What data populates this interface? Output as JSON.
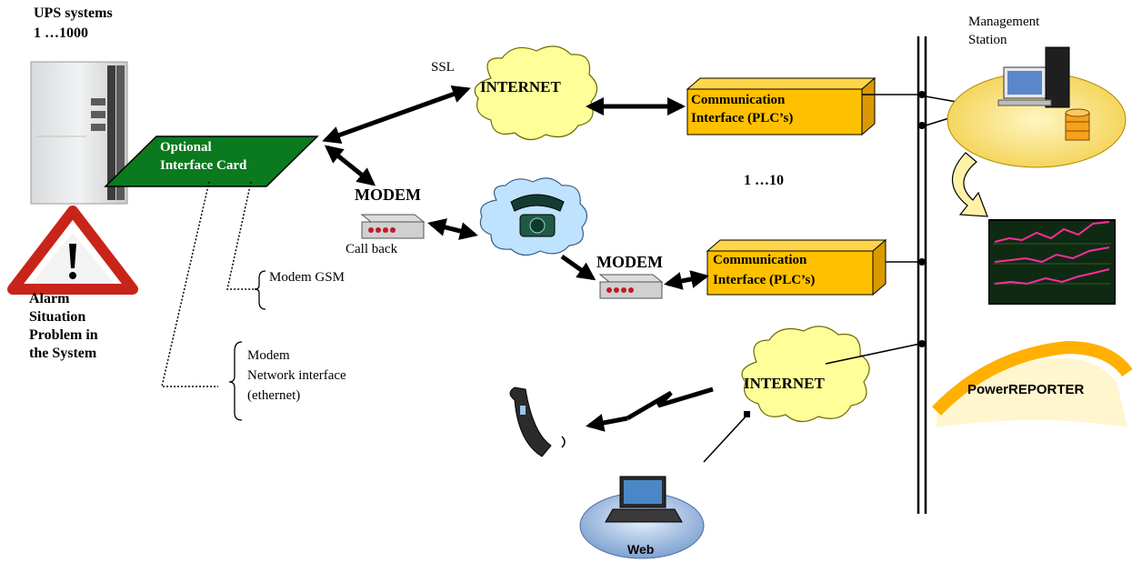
{
  "ups": {
    "title_line1": "UPS systems",
    "title_line2": "1 …1000"
  },
  "alarm": {
    "line1": "Alarm",
    "line2": "Situation",
    "line3": "Problem in",
    "line4": "the System"
  },
  "interface_card": {
    "line1": "Optional",
    "line2": "Interface Card"
  },
  "ssl_label": "SSL",
  "internet_top": "INTERNET",
  "internet_bottom": "INTERNET",
  "modem_left": {
    "label": "MODEM",
    "caption": "Call back"
  },
  "modem_right": {
    "label": "MODEM"
  },
  "plc_top": {
    "line1": "Communication",
    "line2": "Interface (PLC’s)"
  },
  "plc_bottom": {
    "line1": "Communication",
    "line2": "Interface (PLC’s)"
  },
  "plc_count": "1 …10",
  "management": {
    "line1": "Management",
    "line2": "Station"
  },
  "options": {
    "gsm": "Modem GSM",
    "network_line1": "Modem",
    "network_line2": "Network interface",
    "network_line3": "(ethernet)"
  },
  "powerreporter": "PowerREPORTER",
  "web_label": "Web",
  "colors": {
    "card_green": "#0b7a1e",
    "plc_yellow": "#ffc000",
    "cloud_yellow": "#ffff99",
    "cloud_blue": "#bfe3ff",
    "station_yellow": "#ffe87a",
    "chart_bg": "#0f2a12",
    "chart_line": "#ff2d9a"
  },
  "icons": [
    "ups-cabinet-icon",
    "warning-triangle-icon",
    "telephone-icon",
    "modem-device-icon",
    "computer-tower-icon",
    "database-icon",
    "mobile-phone-icon",
    "laptop-icon",
    "lightning-bolt-icon",
    "chart-screen-icon"
  ]
}
